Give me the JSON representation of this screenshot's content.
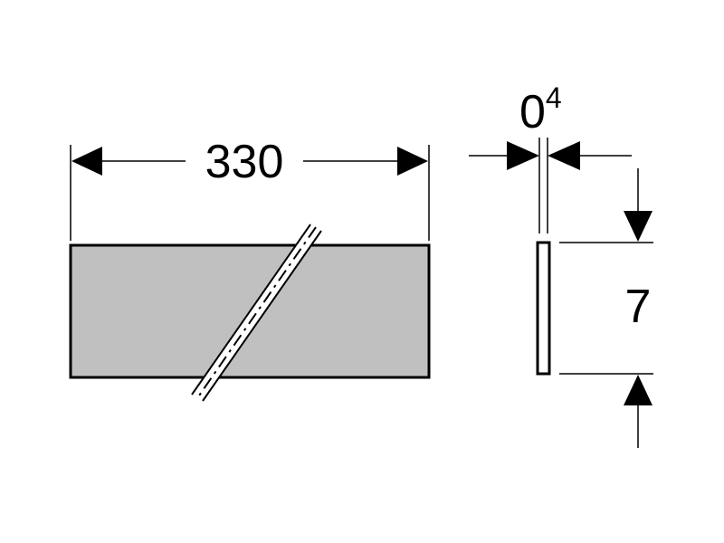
{
  "drawing": {
    "width_label": "330",
    "thickness_label": "0",
    "thickness_superscript": "4",
    "height_label": "7"
  },
  "colors": {
    "line": "#000000",
    "panel_fill": "#c0c0c0",
    "background": "#ffffff"
  }
}
